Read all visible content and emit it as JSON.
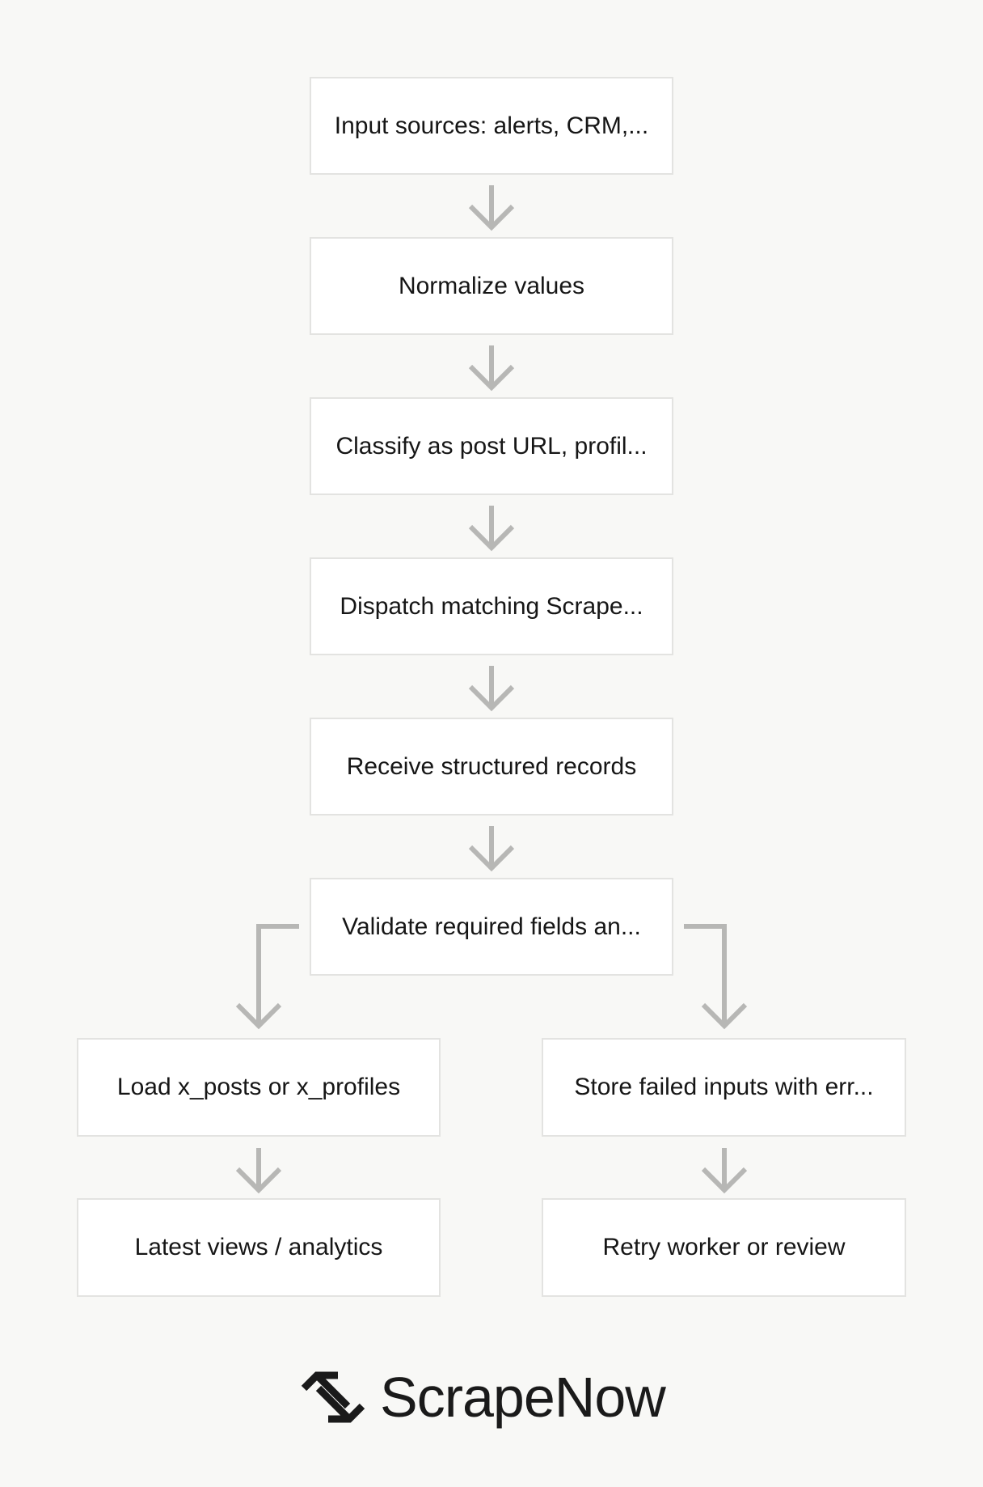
{
  "flow": {
    "input_sources": "Input sources: alerts, CRM,...",
    "normalize": "Normalize values",
    "classify": "Classify as post URL, profil...",
    "dispatch": "Dispatch matching Scrape...",
    "receive": "Receive structured records",
    "validate": "Validate required fields an...",
    "load": "Load x_posts or x_profiles",
    "store_failed": "Store failed inputs with err...",
    "latest_views": "Latest views / analytics",
    "retry": "Retry worker or review"
  },
  "brand": {
    "name": "ScrapeNow",
    "logo_icon": "scrapenow-logo-icon",
    "text_color": "#1a1a1a",
    "arrow_color": "#b7b7b5",
    "box_border_color": "#e3e3e1",
    "background_color": "#f8f8f6"
  }
}
